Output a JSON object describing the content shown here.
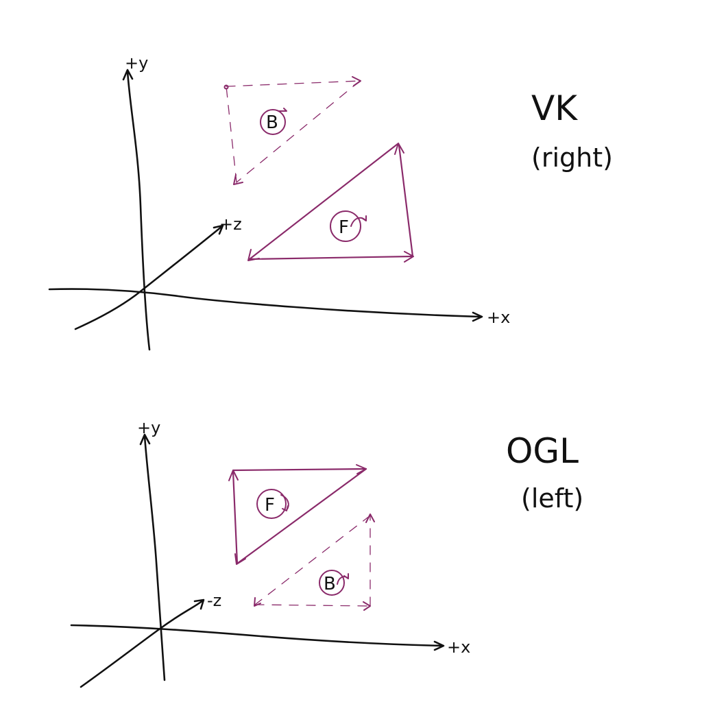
{
  "colors": {
    "ink": "#111111",
    "triangle": "#8a2a6a"
  },
  "top": {
    "axis_x_label": "+x",
    "axis_y_label": "+y",
    "axis_z_label": "+z",
    "title": "VK",
    "subtitle": "(right)",
    "front_label": "F",
    "back_label": "B"
  },
  "bottom": {
    "axis_x_label": "+x",
    "axis_y_label": "+y",
    "axis_z_label": "-z",
    "title": "OGL",
    "subtitle": "(left)",
    "front_label": "F",
    "back_label": "B"
  }
}
